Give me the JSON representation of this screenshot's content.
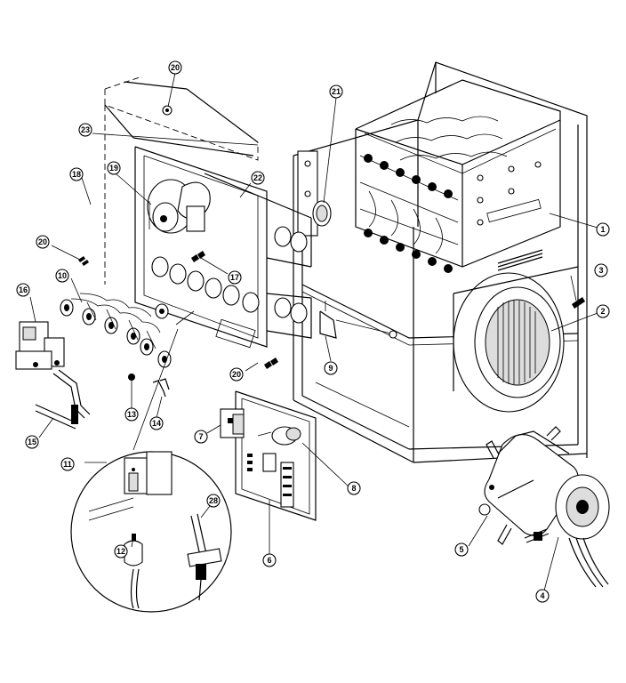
{
  "callouts": [
    {
      "id": "c20a",
      "label": "20"
    },
    {
      "id": "c21",
      "label": "21"
    },
    {
      "id": "c23",
      "label": "23"
    },
    {
      "id": "c18",
      "label": "18"
    },
    {
      "id": "c19",
      "label": "19"
    },
    {
      "id": "c22",
      "label": "22"
    },
    {
      "id": "c20b",
      "label": "20"
    },
    {
      "id": "c1",
      "label": "1"
    },
    {
      "id": "c10",
      "label": "10"
    },
    {
      "id": "c17",
      "label": "17"
    },
    {
      "id": "c3",
      "label": "3"
    },
    {
      "id": "c16",
      "label": "16"
    },
    {
      "id": "c2",
      "label": "2"
    },
    {
      "id": "c9",
      "label": "9"
    },
    {
      "id": "c20c",
      "label": "20"
    },
    {
      "id": "c13",
      "label": "13"
    },
    {
      "id": "c14",
      "label": "14"
    },
    {
      "id": "c15",
      "label": "15"
    },
    {
      "id": "c7",
      "label": "7"
    },
    {
      "id": "c11",
      "label": "11"
    },
    {
      "id": "c8",
      "label": "8"
    },
    {
      "id": "c28",
      "label": "28"
    },
    {
      "id": "c12",
      "label": "12"
    },
    {
      "id": "c6",
      "label": "6"
    },
    {
      "id": "c5",
      "label": "5"
    },
    {
      "id": "c4",
      "label": "4"
    }
  ]
}
